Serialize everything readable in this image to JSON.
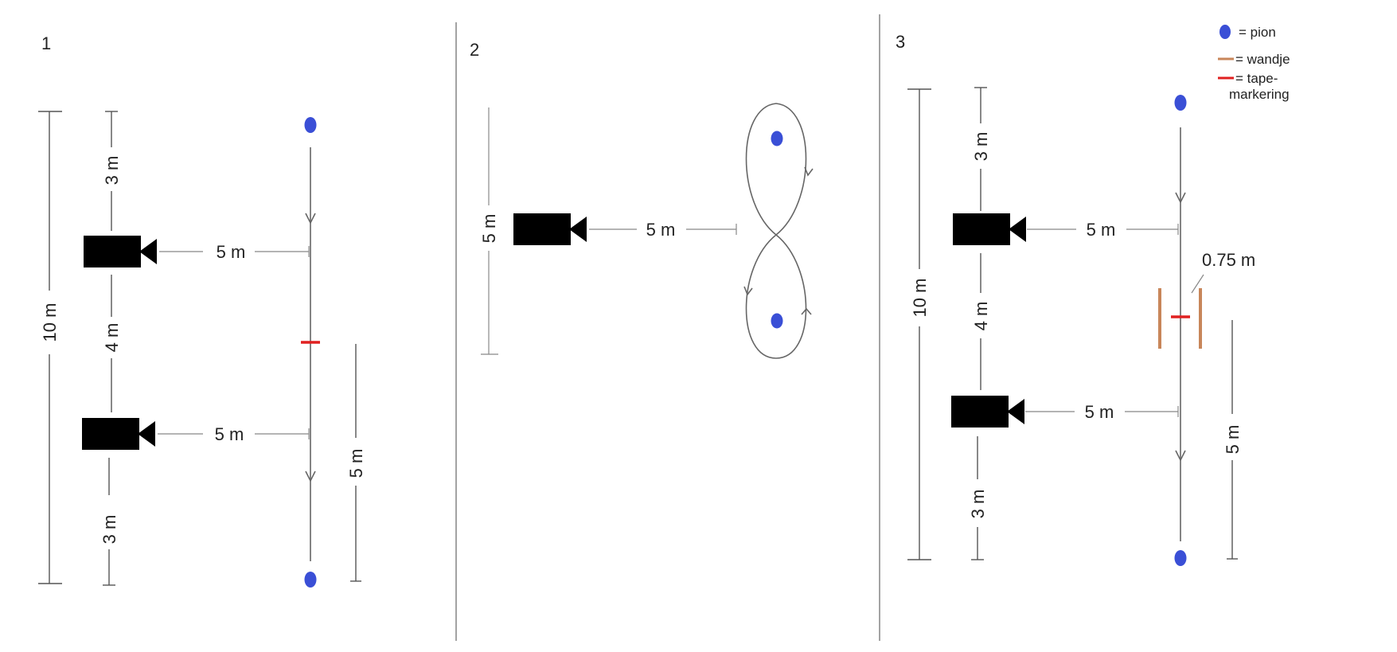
{
  "diagram": {
    "panels": [
      {
        "number": "1",
        "labels": {
          "total": "10 m",
          "top": "3 m",
          "middle": "4 m",
          "bottom": "3 m",
          "cam1_distance": "5 m",
          "cam2_distance": "5 m",
          "right": "5 m"
        }
      },
      {
        "number": "2",
        "labels": {
          "height": "5 m",
          "cam_distance": "5 m"
        }
      },
      {
        "number": "3",
        "labels": {
          "total": "10 m",
          "top": "3 m",
          "middle": "4 m",
          "bottom": "3 m",
          "cam1_distance": "5 m",
          "cam2_distance": "5 m",
          "right": "5 m",
          "gap": "0.75 m"
        }
      }
    ],
    "legend": [
      {
        "symbol": "pion",
        "text": "= pion",
        "color": "#3a4fd6"
      },
      {
        "symbol": "wandje",
        "text": "= wandje",
        "color": "#c8865a"
      },
      {
        "symbol": "tape",
        "text": "= tape-",
        "text2": "markering",
        "color": "#e02020"
      }
    ],
    "colors": {
      "pion": "#3a4fd6",
      "wandje": "#c8865a",
      "tape": "#e02020",
      "camera": "#000000"
    },
    "icons": [
      "camera-icon",
      "pion-marker",
      "wall-marker",
      "tape-marker"
    ]
  }
}
